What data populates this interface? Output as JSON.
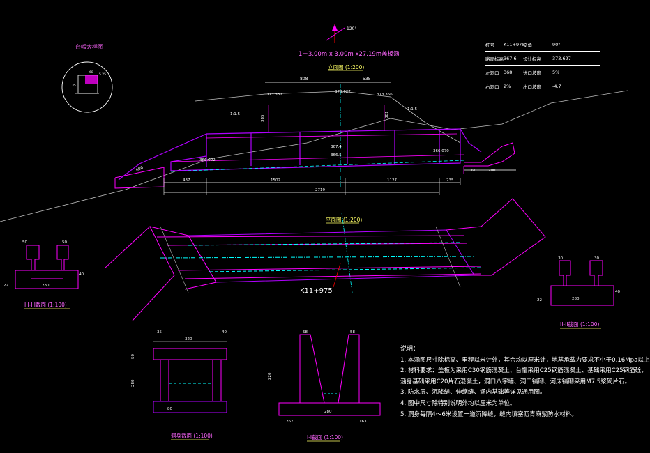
{
  "drawing": {
    "title": "1－3.00m x 3.00m x27.19m盖板涵",
    "elevation_title": "立面图 (1:200)",
    "plan_title": "平面图 (1:200)",
    "detail_title": "台帽大样图",
    "section3_title": "III-III截面 (1:100)",
    "section2_title": "II-II截面 (1:100)",
    "section1_title": "I-I截面 (1:100)",
    "barrel_title": "洞身截面 (1:100)",
    "station_label": "K11+975",
    "skew_angle": "120°"
  },
  "info_table": {
    "rows": [
      {
        "k1": "桩号",
        "v1": "K11+975",
        "k2": "交角",
        "v2": "90°"
      },
      {
        "k1": "路面标高",
        "v1": "367.6",
        "k2": "设计标高",
        "v2": "373.627"
      },
      {
        "k1": "左洞口",
        "v1": "368",
        "k2": "进口坡度",
        "v2": "5%"
      },
      {
        "k1": "右洞口",
        "v1": "2%",
        "k2": "出口坡度",
        "v2": "-4.7"
      }
    ]
  },
  "elevation_dims": {
    "top_left": "808",
    "top_right": "535",
    "elev_left": "373.387",
    "elev_mid": "373.627",
    "elev_right": "373.356",
    "h_left": "385",
    "h_right": "381",
    "slope_left": "1:1.5",
    "slope_right": "1:1.5",
    "inner_left": "366.022",
    "inner_right": "366.070",
    "inner_mid1": "367.4",
    "inner_mid2": "366.5",
    "bottom_a": "437",
    "bottom_b": "1502",
    "bottom_c": "1127",
    "bottom_d": "235",
    "bottom_total": "2719",
    "right_a": "60",
    "right_b": "200",
    "left_a": "600"
  },
  "section_dims": {
    "s3_top": "50",
    "s3_mid": "280",
    "s3_side": "22",
    "s3_h": "40",
    "s2_top": "30",
    "s2_mid": "280",
    "s2_side": "22",
    "s2_h": "40",
    "barrel_top": "320",
    "barrel_side": "35",
    "barrel_w": "40",
    "barrel_h": "280",
    "barrel_bot": "80",
    "barrel_slab": "50",
    "i_top": "58",
    "i_mid": "280",
    "i_left": "267",
    "i_right": "163",
    "i_h": "220"
  },
  "notes": {
    "heading": "说明：",
    "items": [
      "1. 本涵图尺寸除标高、里程以米计外，其余均以厘米计，地基承载力要求不小于0.16Mpa以上",
      "2. 材料要求：盖板为采用C30钢筋混凝土、台帽采用C25钢筋混凝土、基础采用C25钢筋砼，",
      "    涵身基础采用C20片石混凝土，洞口八字墙、洞口铺砌、河床铺砌采用M7.5浆砌片石。",
      "3. 防水层、沉降缝、伸缩缝、涵内基础等详见通用图。",
      "4. 图中尺寸除特别说明外均以厘米为单位。",
      "5. 洞身每隔4～6米设置一道沉降缝，缝内填塞沥青麻絮防水材料。"
    ]
  },
  "colors": {
    "line": "#ff00ff",
    "violet": "#b000ff",
    "white": "#ffffff",
    "cyan": "#00ffff",
    "red": "#ff0000",
    "gray": "#c0c0c0"
  }
}
